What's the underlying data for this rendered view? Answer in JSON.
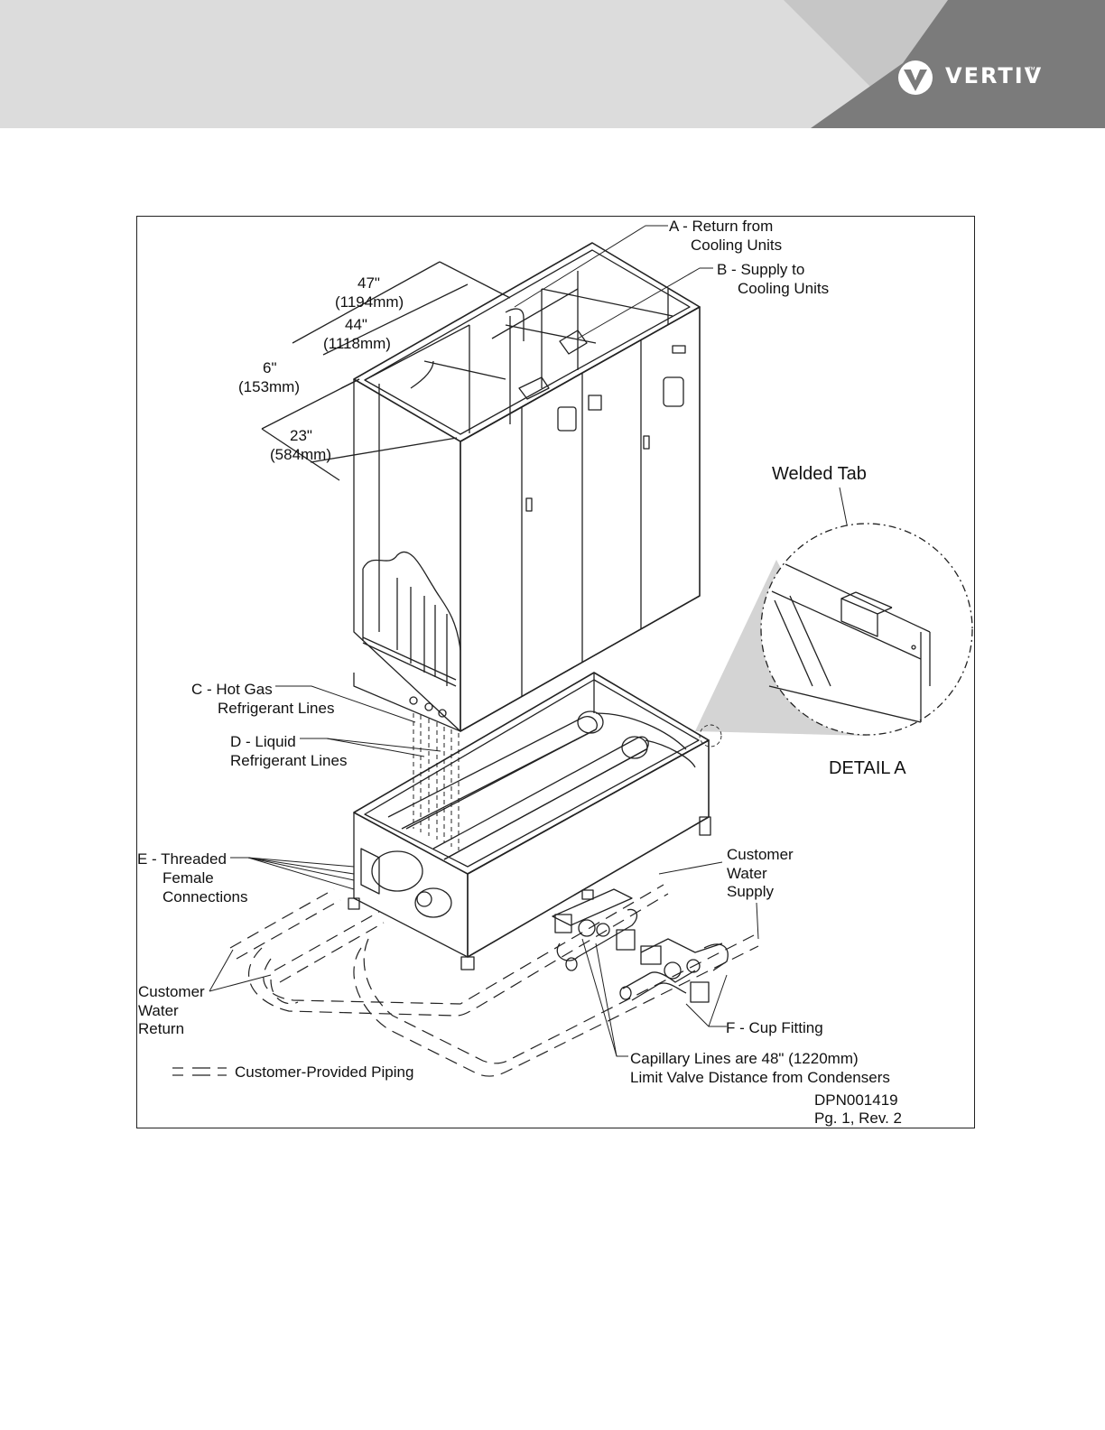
{
  "header": {
    "brand": "VERTIV",
    "tm": "™",
    "colors": {
      "band": "#dcdcdc",
      "chevron_light": "#c4c4c4",
      "chevron_dark": "#7a7a7a",
      "logo": "#ffffff"
    },
    "logo_icon": "vertiv-v-icon"
  },
  "labels": {
    "a_line1": "A - Return from",
    "a_line2": "Cooling Units",
    "b_line1": "B - Supply to",
    "b_line2": "Cooling Units",
    "dim47_in": "47\"",
    "dim47_mm": "(1194mm)",
    "dim44_in": "44\"",
    "dim44_mm": "(1118mm)",
    "dim6_in": "6\"",
    "dim6_mm": "(153mm)",
    "dim23_in": "23\"",
    "dim23_mm": "(584mm)",
    "welded_tab": "Welded Tab",
    "detail_a": "DETAIL A",
    "c_line1": "C - Hot Gas",
    "c_line2": "Refrigerant Lines",
    "d_line1": "D - Liquid",
    "d_line2": "Refrigerant Lines",
    "e_line1": "E - Threaded",
    "e_line2": "Female",
    "e_line3": "Connections",
    "supply_line1": "Customer",
    "supply_line2": "Water",
    "supply_line3": "Supply",
    "return_line1": "Customer",
    "return_line2": "Water",
    "return_line3": "Return",
    "f_cup": "F - Cup Fitting",
    "cap_line1": "Capillary Lines are 48\" (1220mm)",
    "cap_line2": "Limit Valve Distance from Condensers",
    "legend": "Customer-Provided Piping",
    "doc_number": "DPN001419",
    "page_rev": "Pg. 1, Rev. 2"
  }
}
